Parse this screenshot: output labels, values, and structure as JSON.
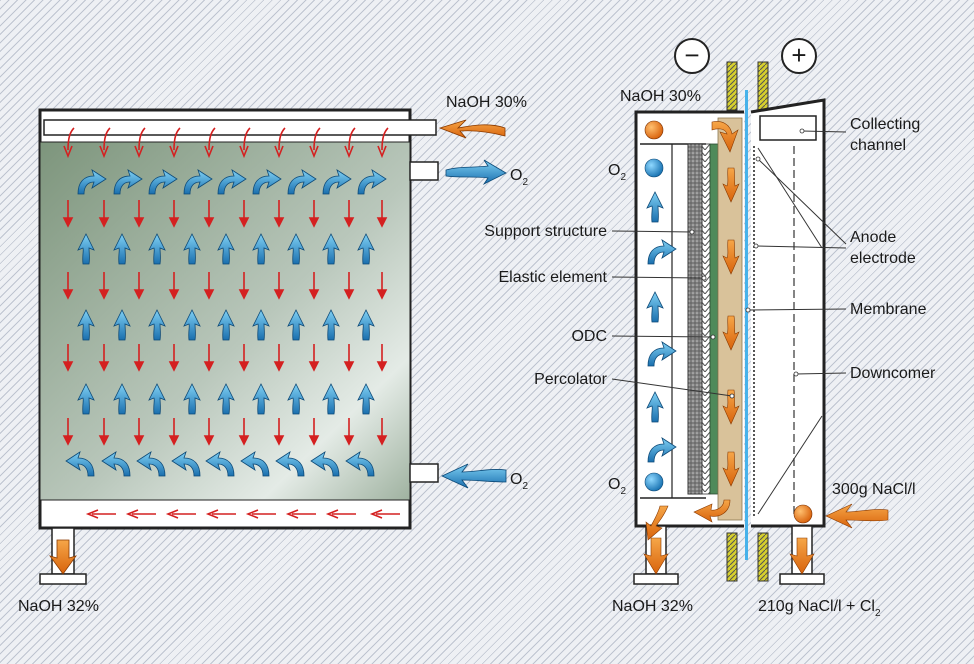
{
  "left_cell": {
    "inlet_top": "NaOH 30%",
    "outlet_o2_top": "O",
    "outlet_o2_top_sub": "2",
    "inlet_o2_bottom": "O",
    "inlet_o2_bottom_sub": "2",
    "outlet_bottom": "NaOH 32%"
  },
  "right_cell": {
    "minus_sign": "−",
    "plus_sign": "+",
    "inlet_top": "NaOH 30%",
    "o2_top": "O",
    "o2_top_sub": "2",
    "o2_bottom": "O",
    "o2_bottom_sub": "2",
    "outlet_bottom_left": "NaOH 32%",
    "brine_in": "300g NaCl/l",
    "outlet_bottom_right": "210g NaCl/l + Cl",
    "outlet_bottom_right_sub": "2",
    "labels_left": [
      "Support structure",
      "Elastic element",
      "ODC",
      "Percolator"
    ],
    "labels_right": {
      "collecting_1": "Collecting",
      "collecting_2": "channel",
      "anode_1": "Anode",
      "anode_2": "electrode",
      "membrane": "Membrane",
      "downcomer": "Downcomer"
    }
  },
  "colors": {
    "naoh_arrow": "#e07818",
    "o2_arrow": "#2a8cc8",
    "flow_arrow": "#d42020",
    "chamber_green": "#8aa08a",
    "terminal_yellow": "#d6cf2e"
  }
}
